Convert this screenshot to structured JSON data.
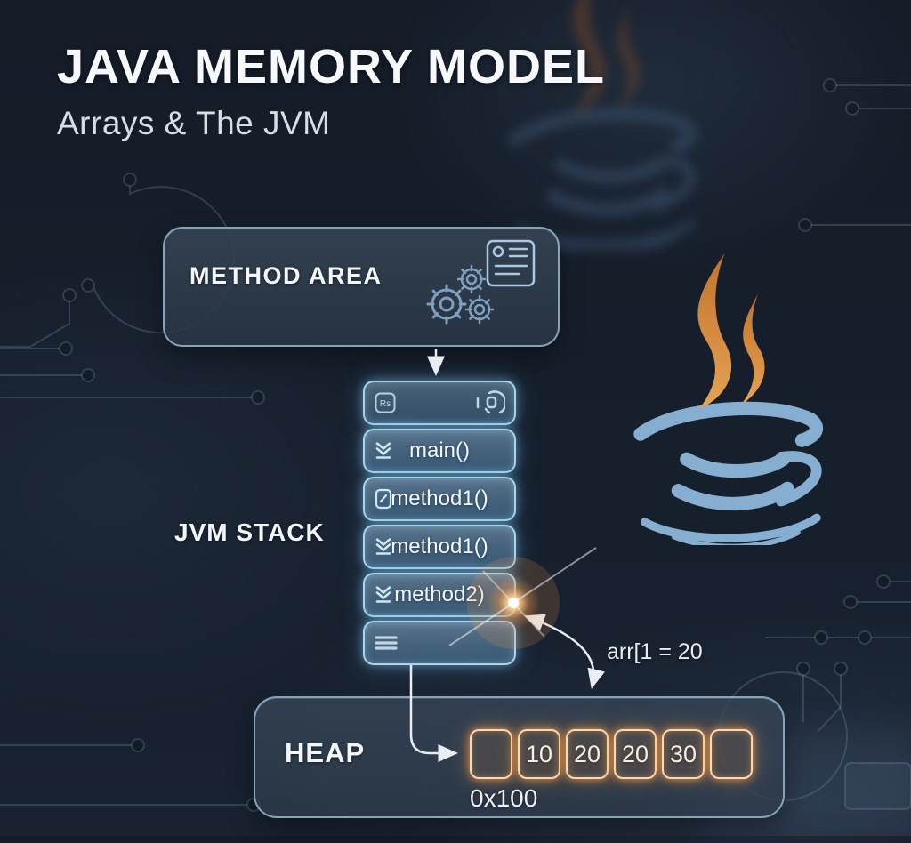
{
  "title": "JAVA MEMORY MODEL",
  "subtitle": "Arrays & The JVM",
  "method_area": {
    "label": "METHOD AREA",
    "icons": [
      "gears-icon",
      "script-document-icon"
    ]
  },
  "jvm_stack": {
    "label": "JVM STACK",
    "frames": [
      {
        "label": "",
        "badge": "Rs",
        "icon_left": "registers-badge-icon",
        "icon_right": "process-cycle-icon"
      },
      {
        "label": "main()",
        "icon": "push-frame-icon"
      },
      {
        "label": "method1()",
        "icon": "note-frame-icon"
      },
      {
        "label": "method1()",
        "icon": "push-frame-icon"
      },
      {
        "label": "method2)",
        "icon": "push-frame-icon"
      },
      {
        "label": "",
        "icon": "menu-icon"
      }
    ]
  },
  "heap": {
    "label": "HEAP",
    "cells": [
      "",
      "10",
      "20",
      "20",
      "30",
      ""
    ],
    "address_label": "0x100"
  },
  "annotation": {
    "text": "arr[1 = 20"
  },
  "logo": "java-logo",
  "colors": {
    "background": "#151c28",
    "stack_glow": "#9fd4ef",
    "heap_cell_glow": "#f2a563",
    "box_border": "#96b5cd",
    "steam_orange": "#d98b3f",
    "cup_blue": "#85aed0",
    "text_primary": "#f5f7fa"
  }
}
